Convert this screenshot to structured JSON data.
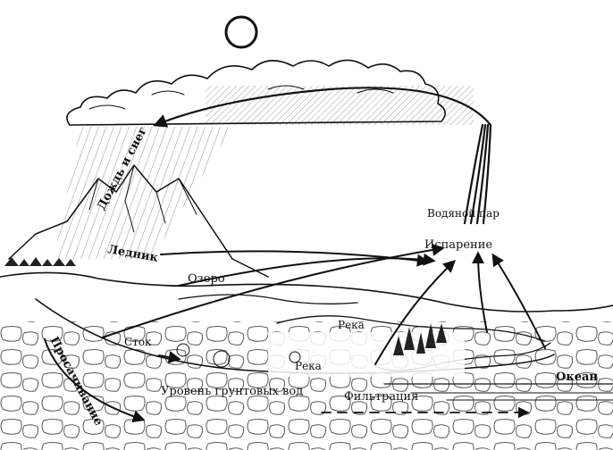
{
  "labels": {
    "rain_snow": "Дождь и снег",
    "glacier": "Ледник",
    "lake": "Озеро",
    "water_vapor": "Водяной пар",
    "evaporation": "Испарение",
    "river_upper": "Река",
    "river_lower": "Река",
    "runoff": "Сток",
    "infiltration": "Просачивание",
    "groundwater": "Уровень грунтовых вод",
    "filtration": "Фильтрация",
    "ocean": "Океан"
  }
}
